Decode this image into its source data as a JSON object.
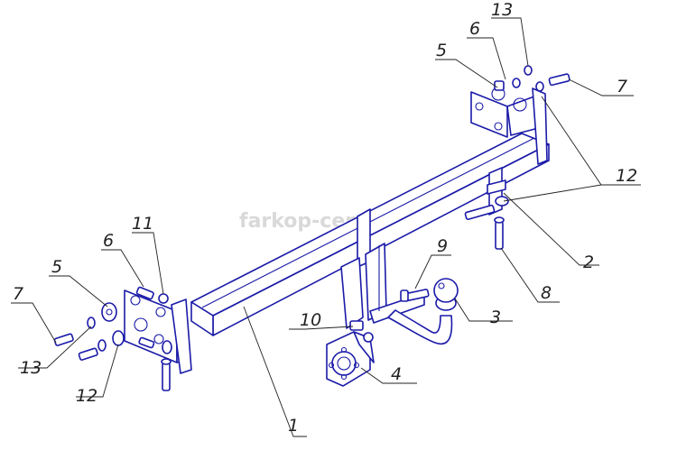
{
  "watermark": "farkop-center.ru",
  "callouts": {
    "c1": "1",
    "c2": "2",
    "c3": "3",
    "c4": "4",
    "c5_left": "5",
    "c5_right": "5",
    "c6_left": "6",
    "c6_right": "6",
    "c7_left": "7",
    "c7_right": "7",
    "c8": "8",
    "c9": "9",
    "c10": "10",
    "c11": "11",
    "c12_left": "12",
    "c12_right": "12",
    "c13_left": "13",
    "c13_right": "13"
  },
  "colors": {
    "part_stroke": "#1a1aa8",
    "leader": "#222222",
    "watermark": "#d9d9d9"
  }
}
